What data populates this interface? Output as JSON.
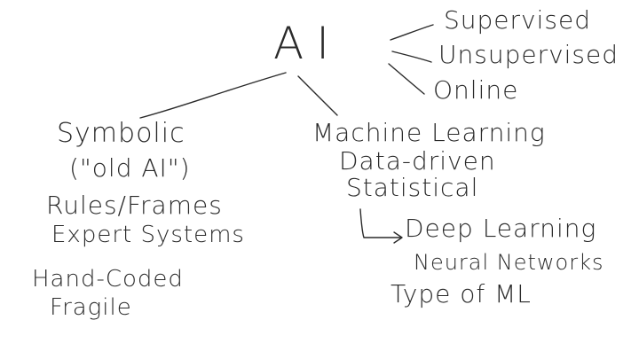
{
  "root": {
    "label": "AI"
  },
  "learning_types": {
    "items": [
      {
        "label": "Supervised"
      },
      {
        "label": "Unsupervised"
      },
      {
        "label": "Online"
      }
    ]
  },
  "symbolic": {
    "lines": [
      {
        "text": "Symbolic"
      },
      {
        "text": "(\"old AI\")"
      },
      {
        "text": "Rules/Frames"
      },
      {
        "text": "Expert Systems"
      },
      {
        "text": "Hand-Coded"
      },
      {
        "text": "Fragile"
      }
    ]
  },
  "machine_learning": {
    "lines": [
      {
        "text": "Machine Learning"
      },
      {
        "text": "Data-driven"
      },
      {
        "text": "Statistical"
      }
    ],
    "sub": {
      "lines": [
        {
          "text": "Deep Learning"
        },
        {
          "text": "Neural Networks"
        },
        {
          "text": "Type of ML"
        }
      ]
    }
  }
}
